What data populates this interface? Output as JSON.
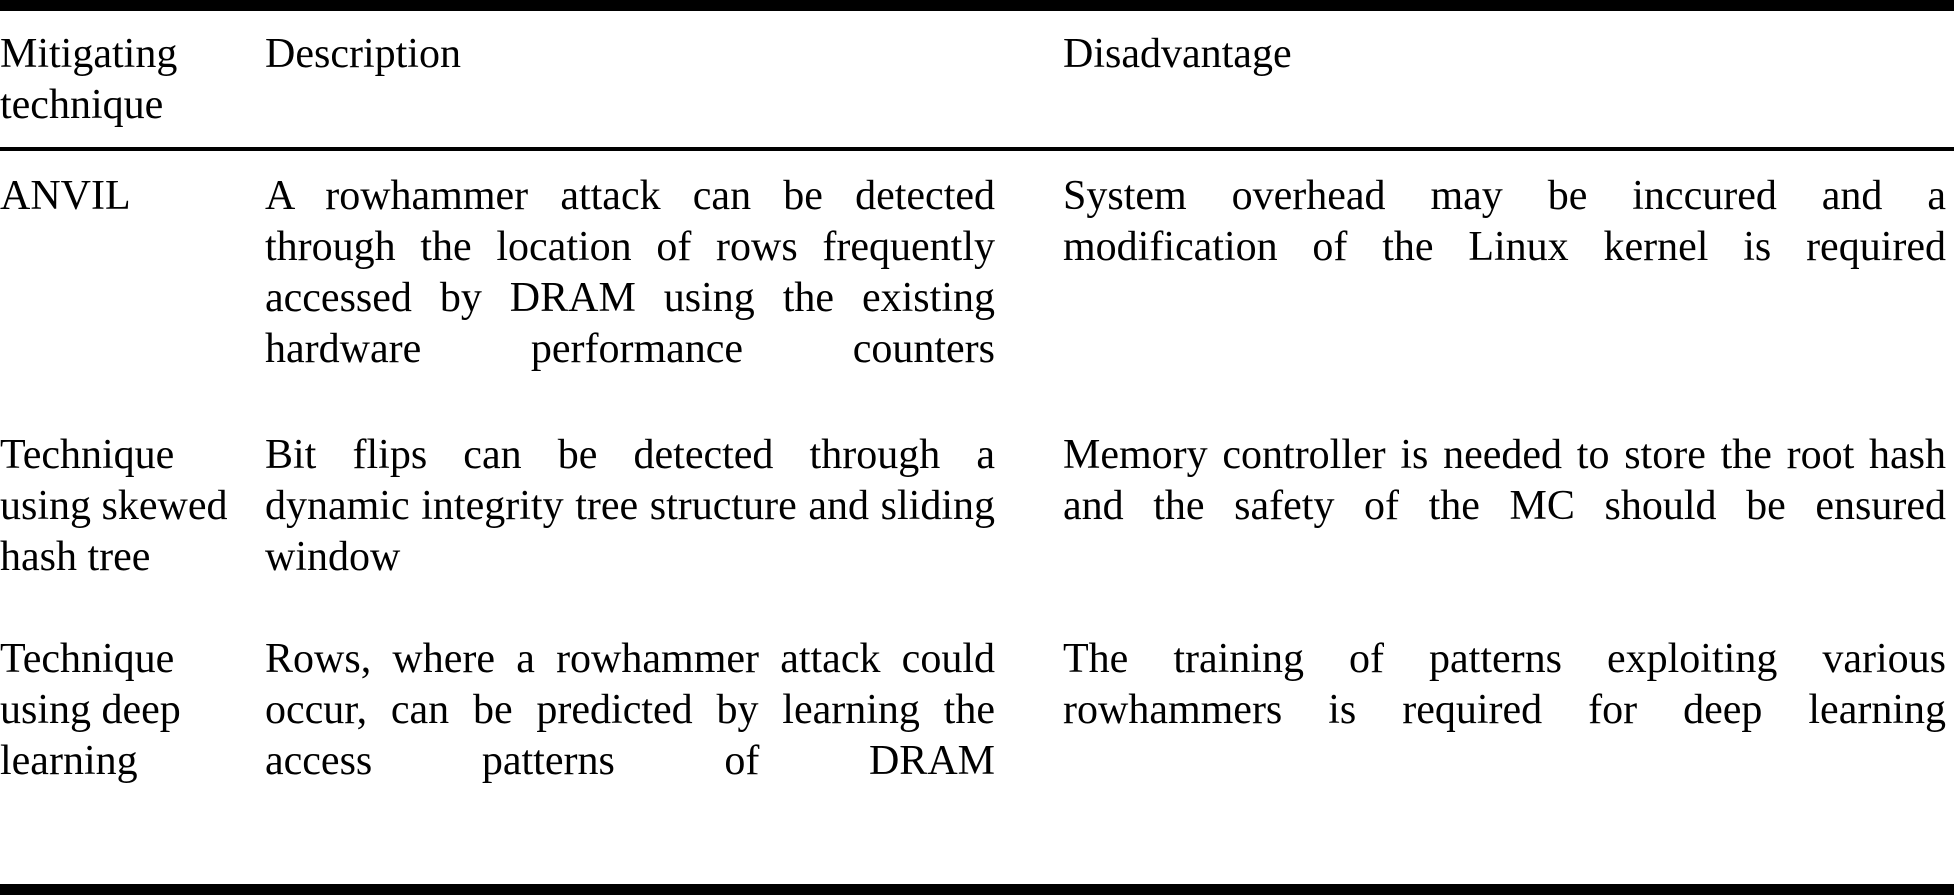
{
  "table": {
    "columns": [
      {
        "key": "technique",
        "header": "Mitigating technique"
      },
      {
        "key": "description",
        "header": "Description"
      },
      {
        "key": "disadvantage",
        "header": "Disadvantage"
      }
    ],
    "rows": [
      {
        "technique": "ANVIL",
        "description": "A rowhammer attack can be detected through the location of rows frequently accessed by DRAM using the existing hardware performance counters",
        "disadvantage": "System overhead may be inccured and a modification of the Linux kernel is required"
      },
      {
        "technique": "Technique using skewed hash tree",
        "description": "Bit flips can be detected through a dynamic integrity tree structure and sliding window",
        "disadvantage": "Memory controller is needed to store the root hash and the safety of the MC should be ensured"
      },
      {
        "technique": "Technique using deep learning",
        "description": "Rows, where a rowhammer attack could occur, can be predicted by learning the access patterns of DRAM",
        "disadvantage": "The training of patterns exploiting various rowhammers is required for deep learning"
      }
    ]
  },
  "style": {
    "rule_color": "#000000",
    "text_color": "#000000",
    "background": "#ffffff"
  }
}
